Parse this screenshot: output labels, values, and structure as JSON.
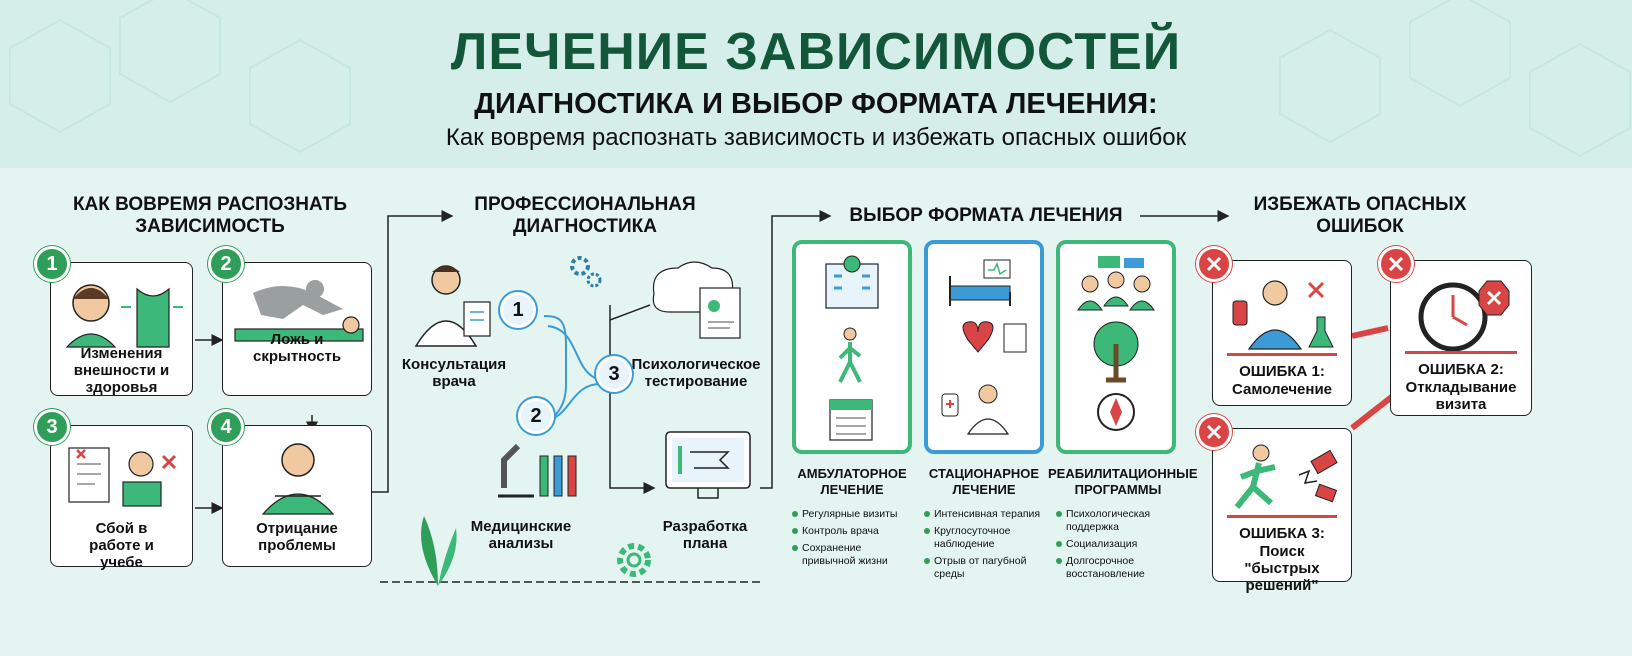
{
  "header": {
    "title": "ЛЕЧЕНИЕ ЗАВИСИМОСТЕЙ",
    "subtitle": "ДИАГНОСТИКА И ВЫБОР ФОРМАТА ЛЕЧЕНИЯ:",
    "tagline": "Как вовремя распознать зависимость и избежать опасных ошибок"
  },
  "recognize": {
    "title": "КАК ВОВРЕМЯ РАСПОЗНАТЬ ЗАВИСИМОСТЬ",
    "cards": [
      {
        "number": "1",
        "label": "Изменения внешности и здоровья"
      },
      {
        "number": "2",
        "label": "Ложь и скрытность"
      },
      {
        "number": "3",
        "label": "Сбой в работе и учебе"
      },
      {
        "number": "4",
        "label": "Отрицание проблемы"
      }
    ]
  },
  "diagnostics": {
    "title": "ПРОФЕССИОНАЛЬНАЯ ДИАГНОСТИКА",
    "steps": [
      {
        "number": "1",
        "label": "Консультация врача"
      },
      {
        "number": "2",
        "label": "Медицинские анализы"
      },
      {
        "number": "3",
        "label": "Психологическое тестирование"
      },
      {
        "number": "",
        "label": "Разработка плана"
      }
    ]
  },
  "formats": {
    "title": "ВЫБОР ФОРМАТА ЛЕЧЕНИЯ",
    "items": [
      {
        "title": "АМБУЛАТОРНОЕ ЛЕЧЕНИЕ",
        "color": "#3cb878",
        "points": [
          "Регулярные визиты",
          "Контроль врача",
          "Сохранение привычной жизни"
        ]
      },
      {
        "title": "СТАЦИОНАРНОЕ ЛЕЧЕНИЕ",
        "color": "#3a9bd6",
        "points": [
          "Интенсивная терапия",
          "Круглосуточное наблюдение",
          "Отрыв от пагубной среды"
        ]
      },
      {
        "title": "РЕАБИЛИТАЦИОННЫЕ ПРОГРАММЫ",
        "color": "#3cb878",
        "points": [
          "Психологическая поддержка",
          "Социализация",
          "Долгосрочное восстановление"
        ]
      }
    ]
  },
  "mistakes": {
    "title": "ИЗБЕЖАТЬ ОПАСНЫХ ОШИБОК",
    "items": [
      {
        "heading": "ОШИБКА 1:",
        "label": "Самолечение"
      },
      {
        "heading": "ОШИБКА 2:",
        "label": "Откладывание визита"
      },
      {
        "heading": "ОШИБКА 3:",
        "label": "Поиск \"быстрых решений\""
      }
    ]
  },
  "colors": {
    "title_green": "#12573a",
    "accent_green": "#2e9e58",
    "accent_blue": "#3a9bd6",
    "error_red": "#d94545",
    "background": "#e3f4f1"
  }
}
